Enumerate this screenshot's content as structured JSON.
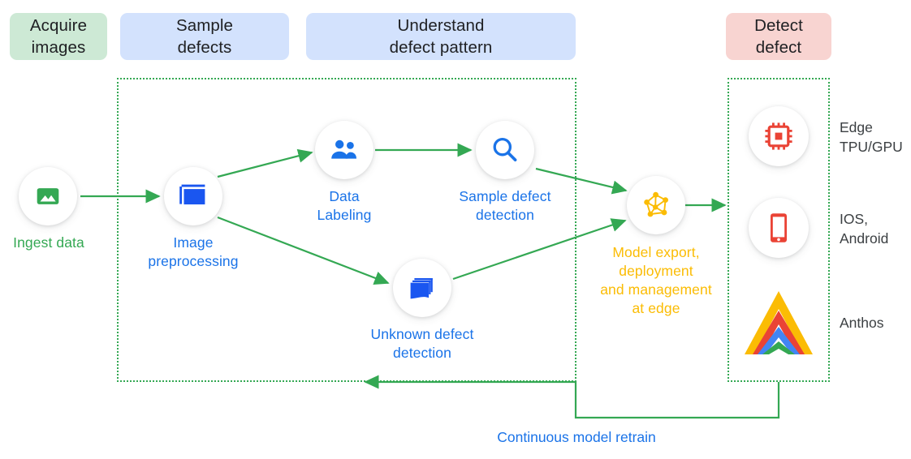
{
  "header": {
    "pills": [
      {
        "id": "acquire-images",
        "label": "Acquire\nimages",
        "color": "#cde9d5",
        "style": "green"
      },
      {
        "id": "sample-defects",
        "label": "Sample\ndefects",
        "color": "#d3e2fd",
        "style": "blue"
      },
      {
        "id": "understand-defect-pattern",
        "label": "Understand\ndefect pattern",
        "color": "#d3e2fd",
        "style": "blue"
      },
      {
        "id": "detect-defect",
        "label": "Detect\ndefect",
        "color": "#f8d4d1",
        "style": "red"
      }
    ]
  },
  "nodes": {
    "ingest_data": {
      "label": "Ingest data",
      "icon": "image-icon",
      "icon_color": "#34a853",
      "label_color": "#34a853"
    },
    "image_preprocessing": {
      "label": "Image\npreprocessing",
      "icon": "image-crop-icon",
      "icon_color": "#1a56f0",
      "label_color": "#1a73e8"
    },
    "data_labeling": {
      "label": "Data\nLabeling",
      "icon": "people-icon",
      "icon_color": "#1a73e8",
      "label_color": "#1a73e8"
    },
    "sample_defect_detection": {
      "label": "Sample defect\ndetection",
      "icon": "magnifier-icon",
      "icon_color": "#1a73e8",
      "label_color": "#1a73e8"
    },
    "unknown_defect_detection": {
      "label": "Unknown defect\ndetection",
      "icon": "layers-stack-icon",
      "icon_color": "#1a56f0",
      "label_color": "#1a73e8"
    },
    "model_export": {
      "label": "Model export,\ndeployment\nand management\nat edge",
      "icon": "network-graph-icon",
      "icon_color": "#fbbc04",
      "label_color": "#fbbc04"
    }
  },
  "targets": [
    {
      "id": "edge-tpu-gpu",
      "label": "Edge\nTPU/GPU",
      "icon": "chip-icon",
      "icon_color": "#ea4335"
    },
    {
      "id": "ios-android",
      "label": "IOS,\nAndroid",
      "icon": "mobile-phone-icon",
      "icon_color": "#ea4335"
    },
    {
      "id": "anthos",
      "label": "Anthos",
      "icon": "anthos-logo-icon",
      "icon_color": "#fbbc04"
    }
  ],
  "feedback": {
    "label": "Continuous model retrain",
    "color": "#1a73e8"
  },
  "colors": {
    "arrow_green": "#34a853",
    "dotted_border": "#34a853",
    "blue_text": "#1a73e8",
    "amber_text": "#fbbc04",
    "grey_text": "#3c4043",
    "red_icon": "#ea4335"
  }
}
